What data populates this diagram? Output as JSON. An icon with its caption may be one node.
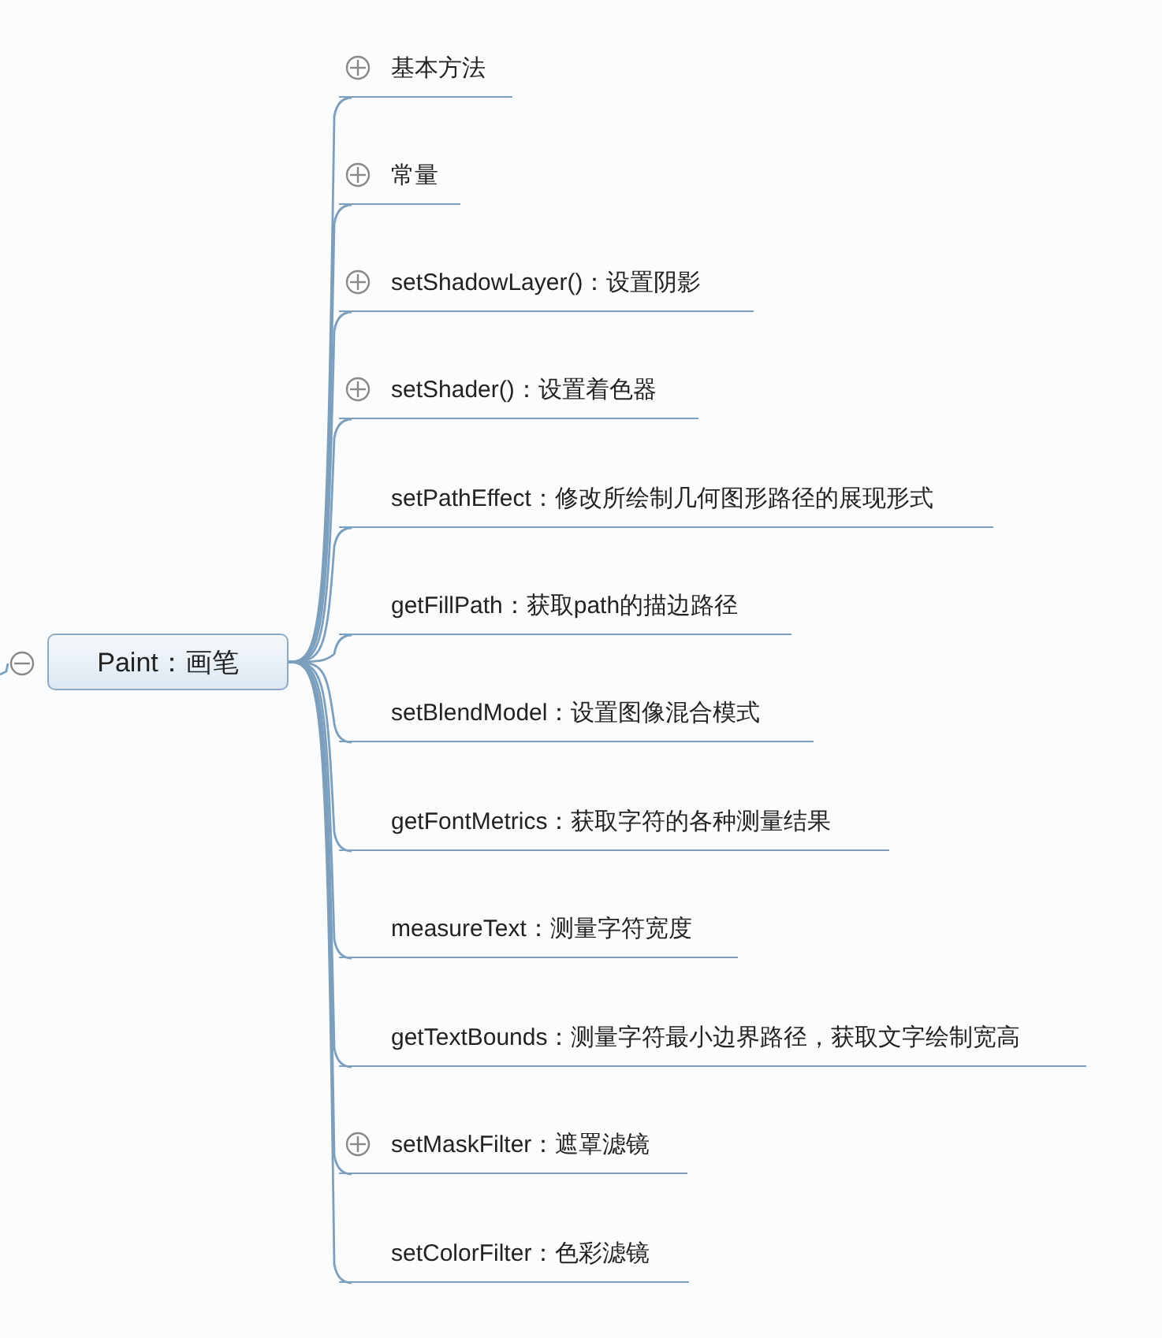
{
  "diagram": {
    "nodes": [
      {
        "text": [
          "Paint：画笔"
        ]
      },
      {
        "text": [
          "基本方法"
        ]
      },
      {
        "text": [
          "常量"
        ]
      },
      {
        "text": [
          "setShadowLayer()：设置阴影"
        ]
      },
      {
        "text": [
          "setShader()：设置着色器"
        ]
      },
      {
        "text": [
          "setPathEffect：修改所绘制几何图形路径的展现形式"
        ]
      },
      {
        "text": [
          "getFillPath：获取path的描边路径"
        ]
      },
      {
        "text": [
          "setBlendModel：设置图像混合模式"
        ]
      },
      {
        "text": [
          "getFontMetrics：获取字符的各种测量结果"
        ]
      },
      {
        "text": [
          "measureText：测量字符宽度"
        ]
      },
      {
        "text": [
          "getTextBounds：测量字符最小边界路径，获取文字绘制宽高"
        ]
      },
      {
        "text": [
          "setMaskFilter：遮罩滤镜"
        ]
      },
      {
        "text": [
          "setColorFilter：色彩滤镜"
        ]
      }
    ],
    "edges": [
      {
        "from": null,
        "to": 0,
        "arrow": "none"
      },
      {
        "from": 0,
        "to": 1,
        "arrow": "none"
      },
      {
        "from": 0,
        "to": 2,
        "arrow": "none"
      },
      {
        "from": 0,
        "to": 3,
        "arrow": "none"
      },
      {
        "from": 0,
        "to": 4,
        "arrow": "none"
      },
      {
        "from": 0,
        "to": 5,
        "arrow": "none"
      },
      {
        "from": 0,
        "to": 6,
        "arrow": "none"
      },
      {
        "from": 0,
        "to": 7,
        "arrow": "none"
      },
      {
        "from": 0,
        "to": 8,
        "arrow": "none"
      },
      {
        "from": 0,
        "to": 9,
        "arrow": "none"
      },
      {
        "from": 0,
        "to": 10,
        "arrow": "none"
      },
      {
        "from": 0,
        "to": 11,
        "arrow": "none"
      },
      {
        "from": 0,
        "to": 12,
        "arrow": "none"
      }
    ]
  }
}
